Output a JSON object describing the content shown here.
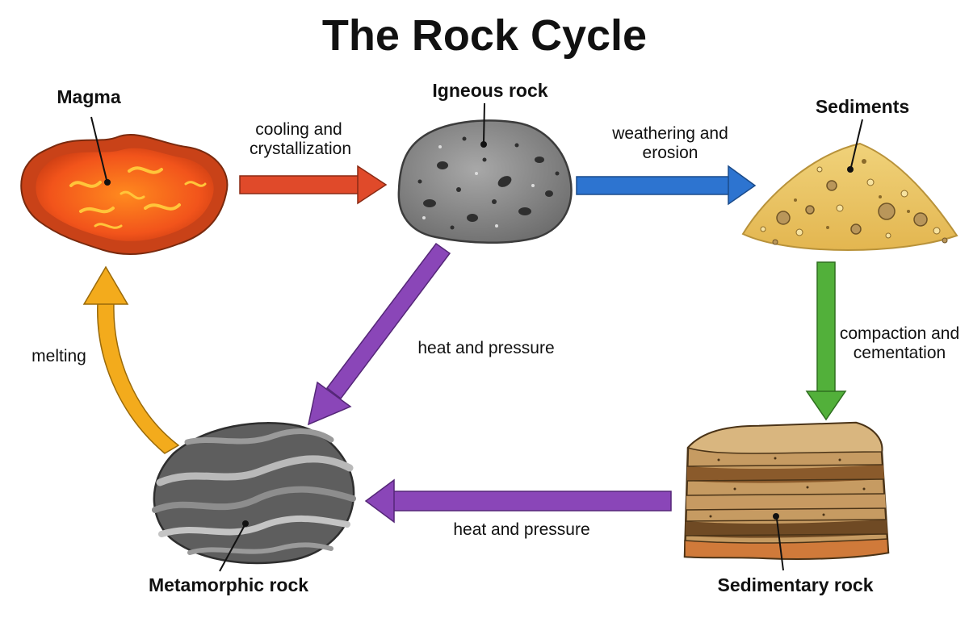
{
  "title": "The Rock Cycle",
  "nodes": {
    "magma": "Magma",
    "igneous": "Igneous rock",
    "sediments": "Sediments",
    "sedimentary": "Sedimentary rock",
    "metamorphic": "Metamorphic rock"
  },
  "processes": {
    "cooling": [
      "cooling and",
      "crystallization"
    ],
    "weathering": [
      "weathering and",
      "erosion"
    ],
    "compaction": [
      "compaction and",
      "cementation"
    ],
    "heat_pressure_bottom": "heat and pressure",
    "heat_pressure_diagonal": "heat and pressure",
    "melting": "melting"
  },
  "colors": {
    "cooling_arrow": "#e04a2a",
    "weathering_arrow": "#2d74d0",
    "compaction_arrow": "#52b03a",
    "heat_pressure_arrow": "#8a46b8",
    "melting_arrow": "#f3ab1c",
    "magma": "#f2541b",
    "igneous": "#8e8e8e",
    "sediments": "#e9c46a",
    "sedimentary": "#b98a54",
    "metamorphic": "#6f6f6f"
  }
}
